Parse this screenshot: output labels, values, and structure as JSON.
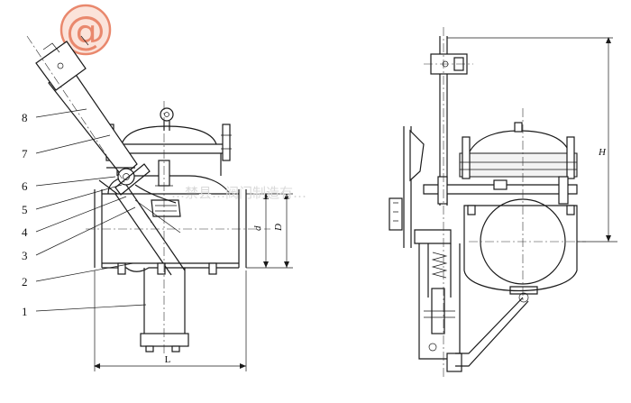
{
  "watermark": {
    "logo_glyph": "@",
    "text": "…禁县…阀门制造有…"
  },
  "part_callouts": [
    "8",
    "7",
    "6",
    "5",
    "4",
    "3",
    "2",
    "1"
  ],
  "dimensions": {
    "length": "L",
    "bore_inner": "d",
    "bore_outer": "D",
    "height": "H"
  },
  "colors": {
    "logo": "#e9886d",
    "line": "#1a1a1a",
    "watermark": "#d9d9d9"
  }
}
